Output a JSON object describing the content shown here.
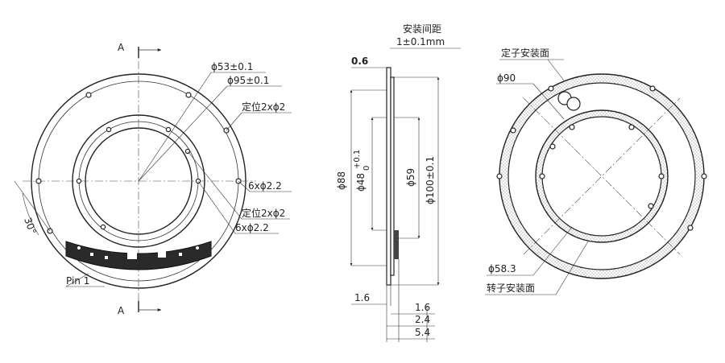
{
  "front_view": {
    "section_marks": [
      "A",
      "A"
    ],
    "labels": {
      "phi53": "ϕ53±0.1",
      "phi95": "ϕ95±0.1",
      "locating_top": "定位2xϕ2",
      "holes_right_top": "6xϕ2.2",
      "locating_bottom": "定位2xϕ2",
      "holes_right_bottom": "6xϕ2.2",
      "angle": "30°",
      "pin1": "Pin 1"
    }
  },
  "side_view": {
    "labels": {
      "install_gap_title": "安装间距",
      "install_gap_value": "1±0.1mm",
      "thickness": "0.6",
      "phi88": "ϕ88",
      "phi48": "ϕ48",
      "phi48_tol_upper": "+0.1",
      "phi48_tol_lower": "0",
      "phi59": "ϕ59",
      "phi100": "ϕ100±0.1",
      "dim_1_6_left": "1.6",
      "dim_1_6_right": "1.6",
      "dim_2_4": "2.4",
      "dim_5_4": "5.4"
    }
  },
  "rear_view": {
    "labels": {
      "stator_surface": "定子安装面",
      "phi90": "ϕ90",
      "phi58_3": "ϕ58.3",
      "rotor_surface": "转子安装面"
    }
  }
}
